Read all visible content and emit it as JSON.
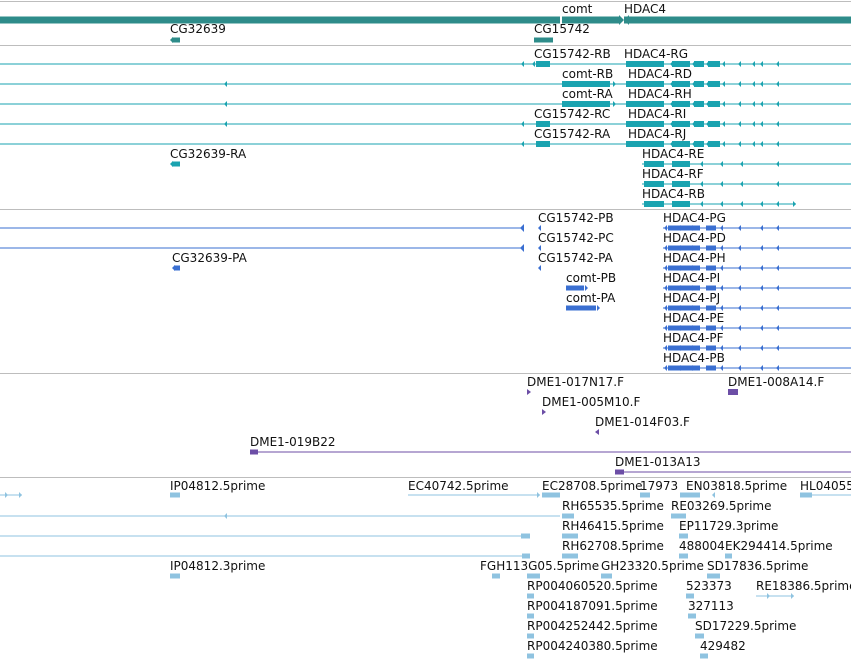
{
  "colors": {
    "gene": "#2e8c8a",
    "transcript": "#1aa3b0",
    "protein": "#3a6fd1",
    "clone": "#6c4ea6",
    "est": "#8fc3e0",
    "divider": "#bdbdbd"
  },
  "tracks": {
    "genes": {
      "labels": [
        "comt",
        "HDAC4",
        "CG32639",
        "CG15742"
      ]
    },
    "transcripts": {
      "labels": [
        "CG15742-RB",
        "HDAC4-RG",
        "comt-RB",
        "HDAC4-RD",
        "comt-RA",
        "HDAC4-RH",
        "CG15742-RC",
        "HDAC4-RI",
        "CG15742-RA",
        "HDAC4-RJ",
        "CG32639-RA",
        "HDAC4-RE",
        "HDAC4-RF",
        "HDAC4-RB"
      ]
    },
    "proteins": {
      "labels": [
        "CG15742-PB",
        "HDAC4-PG",
        "CG15742-PC",
        "HDAC4-PD",
        "CG32639-PA",
        "CG15742-PA",
        "HDAC4-PH",
        "comt-PB",
        "HDAC4-PI",
        "comt-PA",
        "HDAC4-PJ",
        "HDAC4-PE",
        "HDAC4-PF",
        "HDAC4-PB"
      ]
    },
    "clones": {
      "labels": [
        "DME1-017N17.F",
        "DME1-008A14.F",
        "DME1-005M10.F",
        "DME1-014F03.F",
        "DME1-019B22",
        "DME1-013A13"
      ]
    },
    "ests": {
      "labels": [
        "IP04812.5prime",
        "EC40742.5prime",
        "EC28708.5prime",
        "17973",
        "EN03818.5prime",
        "HL04055",
        "RH65535.5prime",
        "RE03269.5prime",
        "RH46415.5prime",
        "EP11729.3prime",
        "RH62708.5prime",
        "488004",
        "EK294414.5prime",
        "IP04812.3prime",
        "FGH113G05.5prime",
        "GH23320.5prime",
        "SD17836.5prime",
        "RP004060520.5prime",
        "523373",
        "RE18386.5prime",
        "RP004187091.5prime",
        "327113",
        "RP004252442.5prime",
        "SD17229.5prime",
        "RP004240380.5prime",
        "429482"
      ]
    }
  }
}
